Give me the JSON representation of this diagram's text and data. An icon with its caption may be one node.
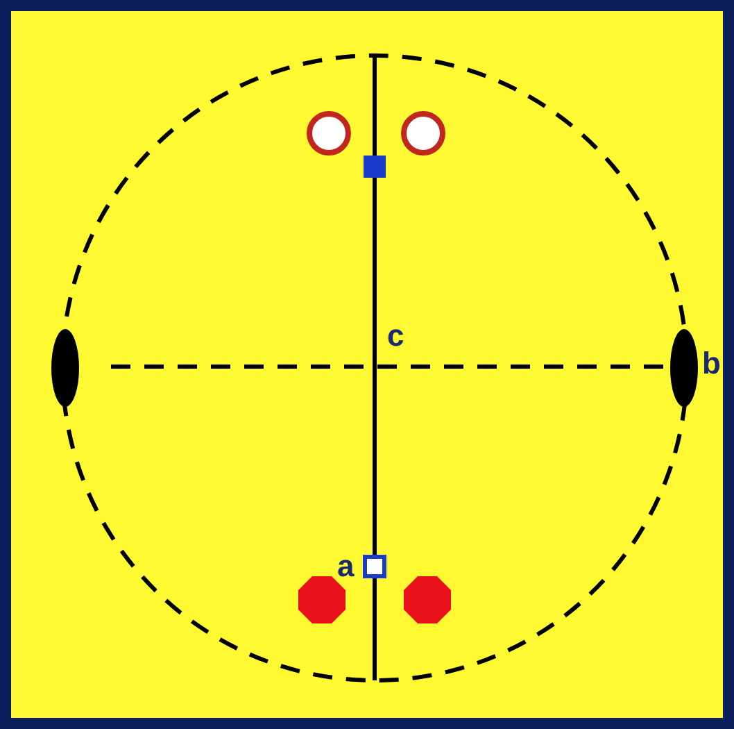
{
  "diagram": {
    "labels": [
      "c",
      "b",
      "a"
    ]
  }
}
